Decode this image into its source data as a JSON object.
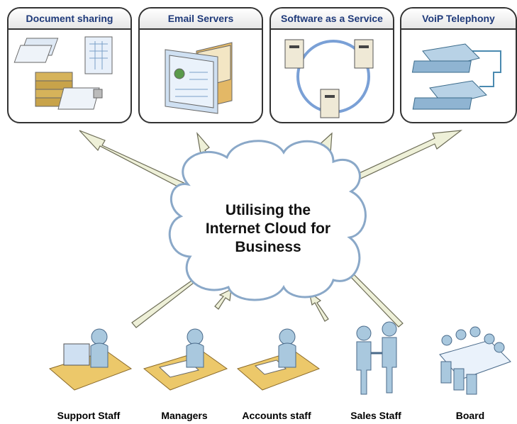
{
  "services": [
    {
      "label": "Document sharing",
      "icon": "documents-icon"
    },
    {
      "label": "Email Servers",
      "icon": "email-icon"
    },
    {
      "label": "Software as a Service",
      "icon": "servers-icon"
    },
    {
      "label": "VoiP Telephony",
      "icon": "phones-icon"
    }
  ],
  "cloud": {
    "line1": "Utilising the",
    "line2": "Internet Cloud for",
    "line3": "Business"
  },
  "groups": [
    {
      "label": "Support Staff",
      "icon": "support-staff-icon"
    },
    {
      "label": "Managers",
      "icon": "managers-icon"
    },
    {
      "label": "Accounts staff",
      "icon": "accounts-staff-icon"
    },
    {
      "label": "Sales Staff",
      "icon": "sales-staff-icon"
    },
    {
      "label": "Board",
      "icon": "board-icon"
    }
  ],
  "colors": {
    "accent": "#1f3a7a",
    "arrow_fill": "#eef0d8",
    "cloud_stroke": "#8aa8c8",
    "person": "#a9c8de"
  }
}
